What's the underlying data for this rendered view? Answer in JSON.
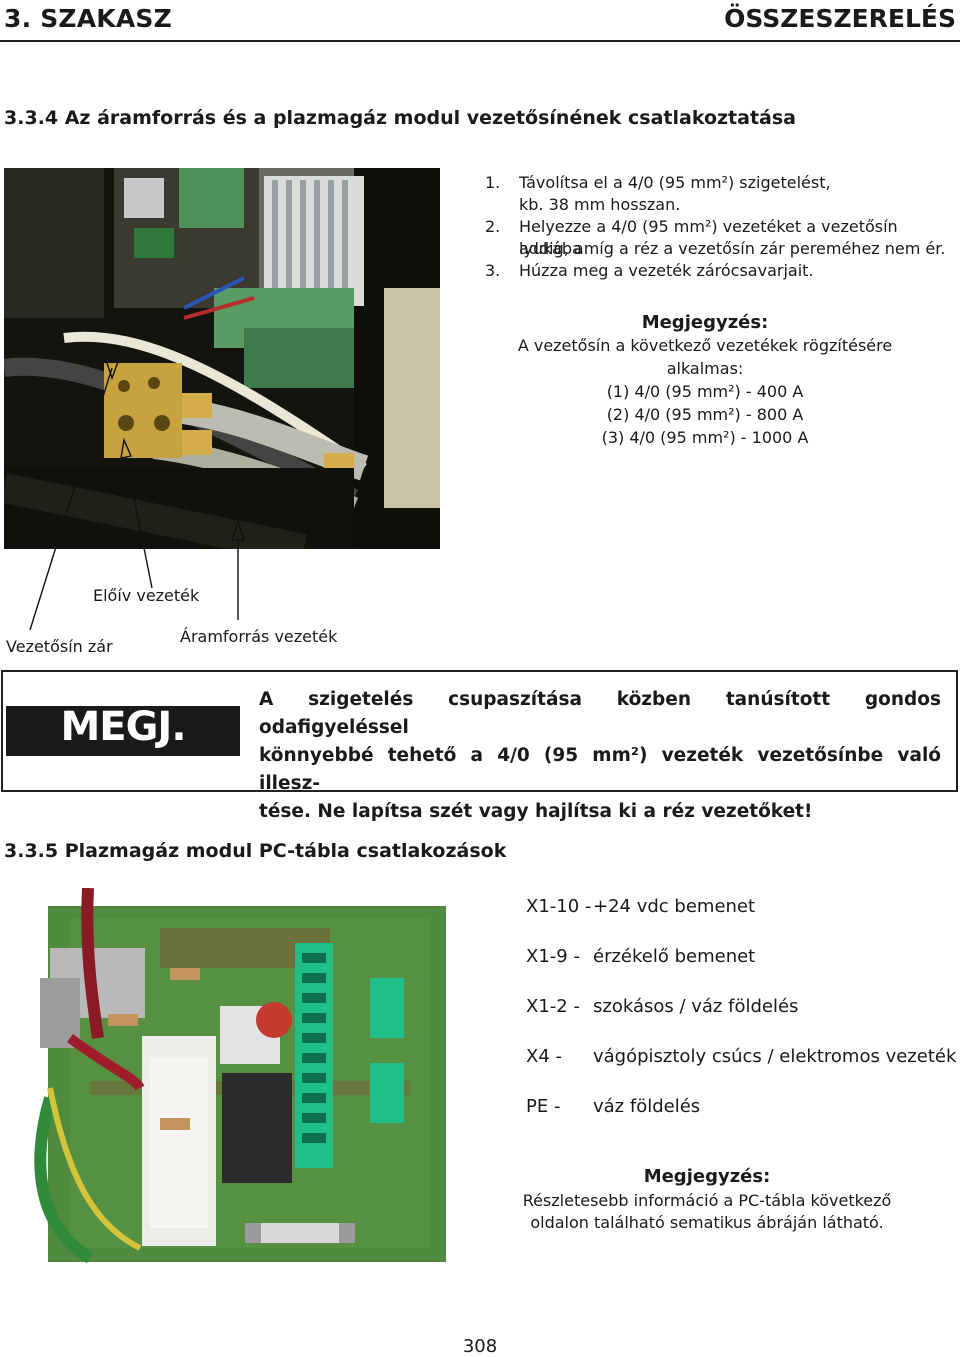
{
  "header": {
    "section": "3. SZAKASZ",
    "chapter": "ÖSSZESZERELÉS"
  },
  "section_334": {
    "title": "3.3.4 Az áramforrás és a plazmagáz modul vezetősínének csatlakoztatása",
    "steps": [
      {
        "num": "1.",
        "lines": [
          "Távolítsa el a 4/0 (95 mm²) szigetelést,",
          "kb. 38 mm hosszan."
        ]
      },
      {
        "num": "2.",
        "lines": [
          "Helyezze a 4/0 (95 mm²) vezetéket a vezetősín lyukába",
          "addig, amíg a réz a vezetősín zár pereméhez nem ér."
        ]
      },
      {
        "num": "3.",
        "lines": [
          "Húzza meg a vezeték zárócsavarjait."
        ]
      }
    ],
    "note": {
      "heading": "Megjegyzés:",
      "lines": [
        "A vezetősín a következő vezetékek rögzítésére",
        "alkalmas:",
        "(1) 4/0 (95 mm²) - 400 A",
        "(2) 4/0 (95 mm²) - 800 A",
        "(3) 4/0 (95 mm²) - 1000 A"
      ]
    },
    "labels": {
      "pilot": "Előív vezeték",
      "busbar": "Vezetősín zár",
      "power": "Áramforrás vezeték"
    }
  },
  "warning": {
    "badge": "MEGJ.",
    "lines": [
      "A szigetelés csupaszítása közben tanúsított gondos odafigyeléssel",
      "könnyebbé tehető a 4/0 (95 mm²) vezeték vezetősínbe való illesz-",
      "tése. Ne lapítsa szét vagy hajlítsa ki a réz vezetőket!"
    ]
  },
  "section_335": {
    "title": "3.3.5 Plazmagáz modul PC-tábla csatlakozások",
    "connections": [
      {
        "code": "X1-10 -",
        "desc": "+24 vdc bemenet"
      },
      {
        "code": "X1-9 -",
        "desc": "érzékelő bemenet"
      },
      {
        "code": "X1-2 -",
        "desc": "szokásos / váz földelés"
      },
      {
        "code": "X4 -",
        "desc": "vágópisztoly csúcs / elektromos vezeték"
      },
      {
        "code": "PE -",
        "desc": "váz földelés"
      }
    ],
    "note": {
      "heading": "Megjegyzés:",
      "lines": [
        "Részletesebb információ a PC-tábla következő",
        "oldalon található sematikus ábráján látható."
      ]
    }
  },
  "page_number": "308"
}
